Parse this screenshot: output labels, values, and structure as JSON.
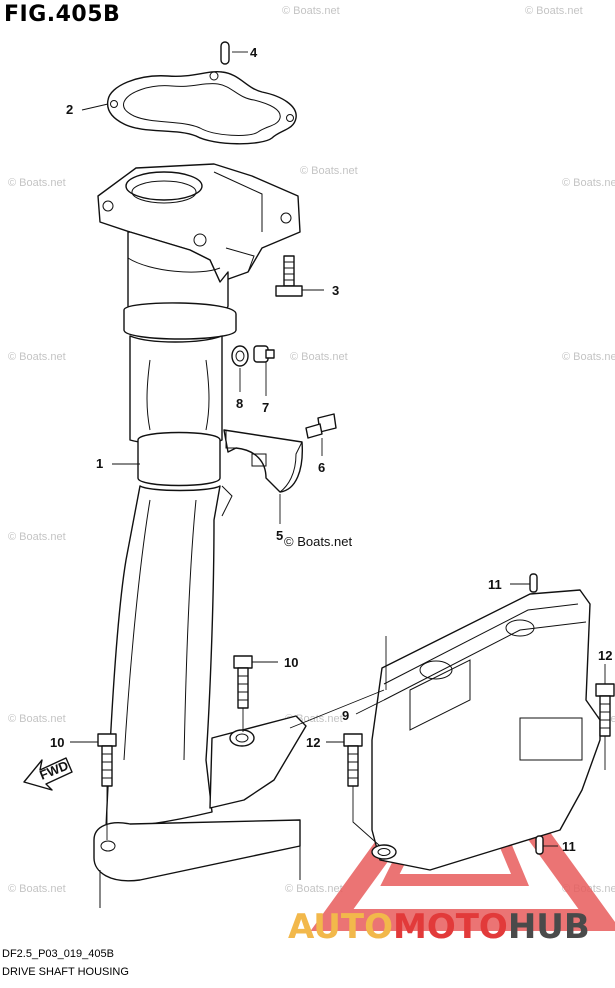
{
  "figure_title": "FIG.405B",
  "footer_code": "DF2.5_P03_019_405B",
  "footer_name": "DRIVE SHAFT HOUSING",
  "callouts": [
    "1",
    "2",
    "3",
    "4",
    "5",
    "6",
    "7",
    "8",
    "9",
    "10",
    "10",
    "11",
    "11",
    "12",
    "12"
  ],
  "watermark_text": "© Boats.net",
  "fwd_label": "FWD",
  "logo": {
    "part1": "AUTO",
    "part2": "MOTO",
    "part3": "HUB",
    "color_auto": "#f2b84b",
    "color_moto": "#e23a3a",
    "color_hub": "#4a4a4a",
    "triangle_color": "#e85c5c"
  }
}
